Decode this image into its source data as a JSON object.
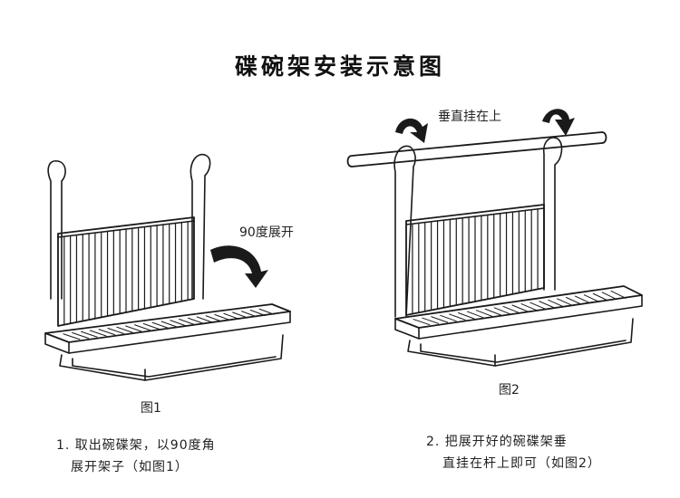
{
  "title": "碟碗架安装示意图",
  "figure1": {
    "caption": "图1",
    "arrow_label": "90度展开"
  },
  "figure2": {
    "caption": "图2",
    "arrow_label": "垂直挂在上"
  },
  "steps": [
    {
      "line1": "1. 取出碗碟架，以90度角",
      "line2": "展开架子（如图1）"
    },
    {
      "line1": "2. 把展开好的碗碟架垂",
      "line2": "直挂在杆上即可（如图2）"
    }
  ],
  "colors": {
    "line": "#1a1a1a",
    "background": "#ffffff"
  }
}
